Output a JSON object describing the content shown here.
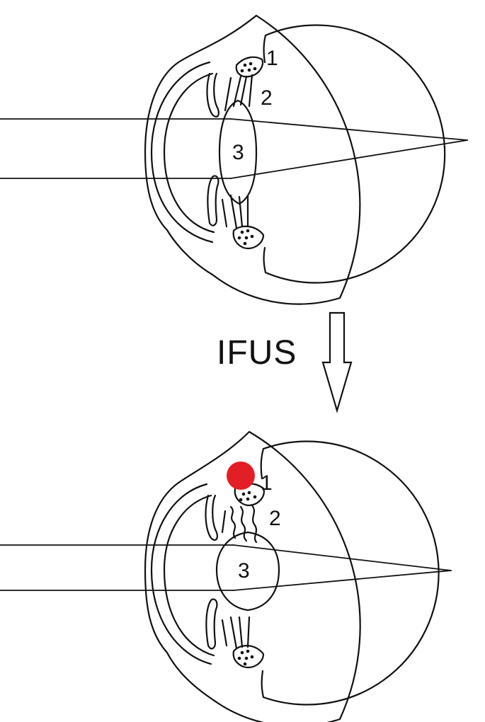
{
  "diagram": {
    "top_eye": {
      "labels": {
        "ciliary": "1",
        "zonule": "2",
        "lens": "3"
      }
    },
    "arrow": {
      "label": "IFUS"
    },
    "bottom_eye": {
      "labels": {
        "ciliary": "1",
        "zonule": "2",
        "lens": "3"
      },
      "marker_color": "#e31e24"
    },
    "line_color": "#111111",
    "background": "#ffffff"
  }
}
